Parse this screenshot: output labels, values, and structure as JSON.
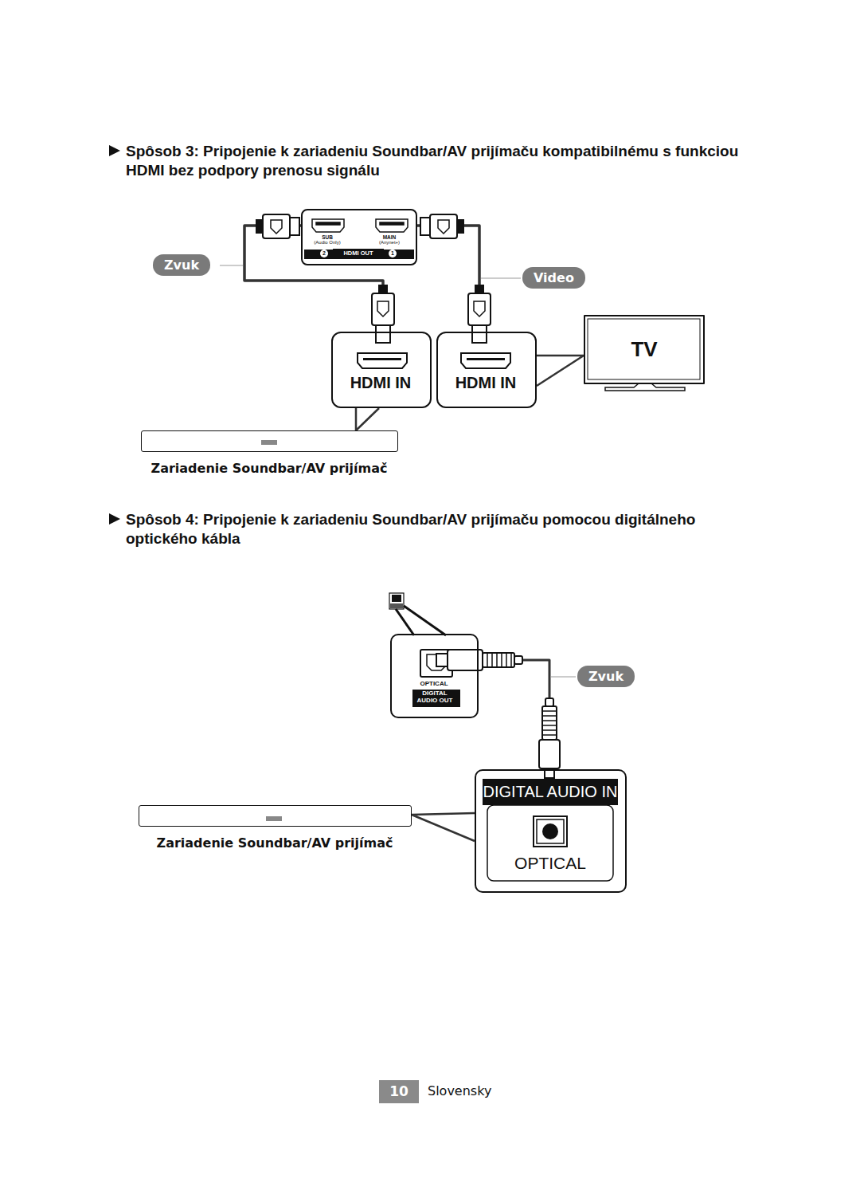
{
  "diagram": {
    "title": "Spôsob 3: Pripojenie k zariadeniu Soundbar/AV prijímaču kompatibilnému s funkciou HDMI bez podpory prenosu signálu",
    "nodes": [
      {
        "text": [
          "SUB",
          "(Audio Only)",
          "MAIN",
          "(Anynet+)",
          "2",
          "HDMI OUT",
          "1"
        ]
      },
      {
        "text": [
          "HDMI IN"
        ]
      },
      {
        "text": [
          "HDMI IN"
        ]
      },
      {
        "text": [
          "TV"
        ]
      },
      {
        "text": [
          "Zariadenie Soundbar/AV prijímač"
        ]
      },
      {
        "text": [
          "OPTICAL",
          "DIGITAL AUDIO OUT"
        ]
      },
      {
        "text": [
          "DIGITAL AUDIO IN",
          "OPTICAL"
        ]
      },
      {
        "text": [
          "Zariadenie Soundbar/AV prijímač"
        ]
      }
    ],
    "edges": [
      {
        "from": 0,
        "to": 1,
        "label": "Zvuk",
        "arrow": "none"
      },
      {
        "from": 0,
        "to": 2,
        "label": "Video",
        "arrow": "none"
      },
      {
        "from": 4,
        "to": 1,
        "arrow": "none"
      },
      {
        "from": 3,
        "to": 2,
        "arrow": "none"
      },
      {
        "from": 5,
        "to": 6,
        "label": "Zvuk",
        "arrow": "none"
      },
      {
        "from": 7,
        "to": 6,
        "arrow": "none"
      }
    ],
    "labels": [
      "Spôsob 4: Pripojenie k zariadeniu Soundbar/AV prijímaču pomocou digitálneho optického kábla",
      "10",
      "Slovensky"
    ]
  }
}
